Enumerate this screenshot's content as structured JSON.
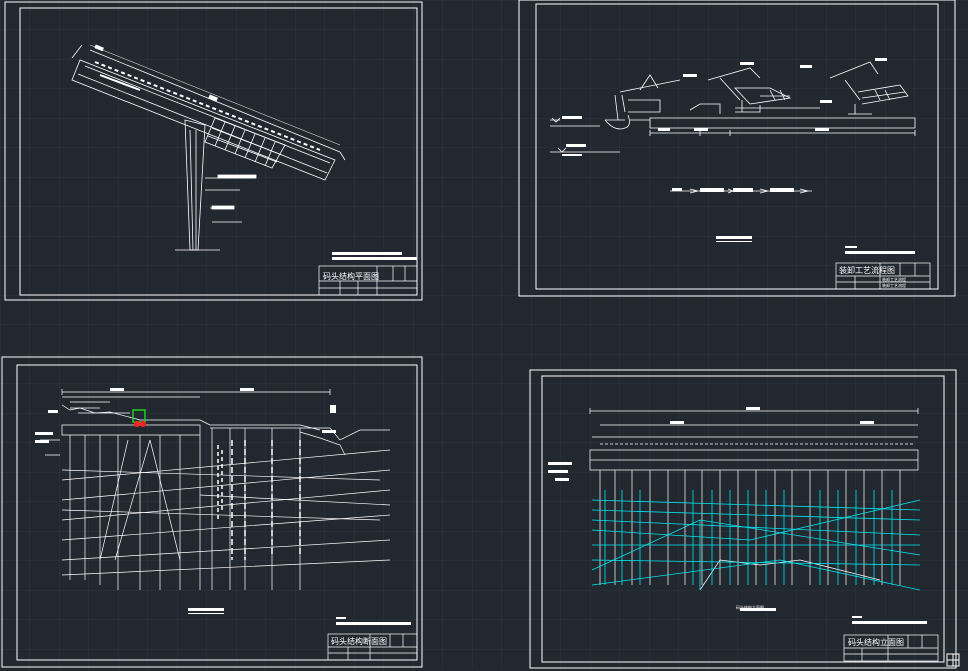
{
  "sheets": {
    "plan": {
      "title": "码头结构平面图"
    },
    "process": {
      "title": "装卸工艺流程图",
      "subtitle_rows": [
        "装卸工艺流程",
        "装卸工艺流程"
      ]
    },
    "section": {
      "title": "码头结构断面图"
    },
    "elevation": {
      "title": "码头结构立面图",
      "caption": "码头结构立面图"
    }
  },
  "colors": {
    "background": "#212830",
    "grid": "#2b333c",
    "line": "#ffffff",
    "cyan": "#00e5ee",
    "red": "#ff2020",
    "green": "#20d020"
  },
  "icons": {
    "ucs": "ucs-icon"
  }
}
